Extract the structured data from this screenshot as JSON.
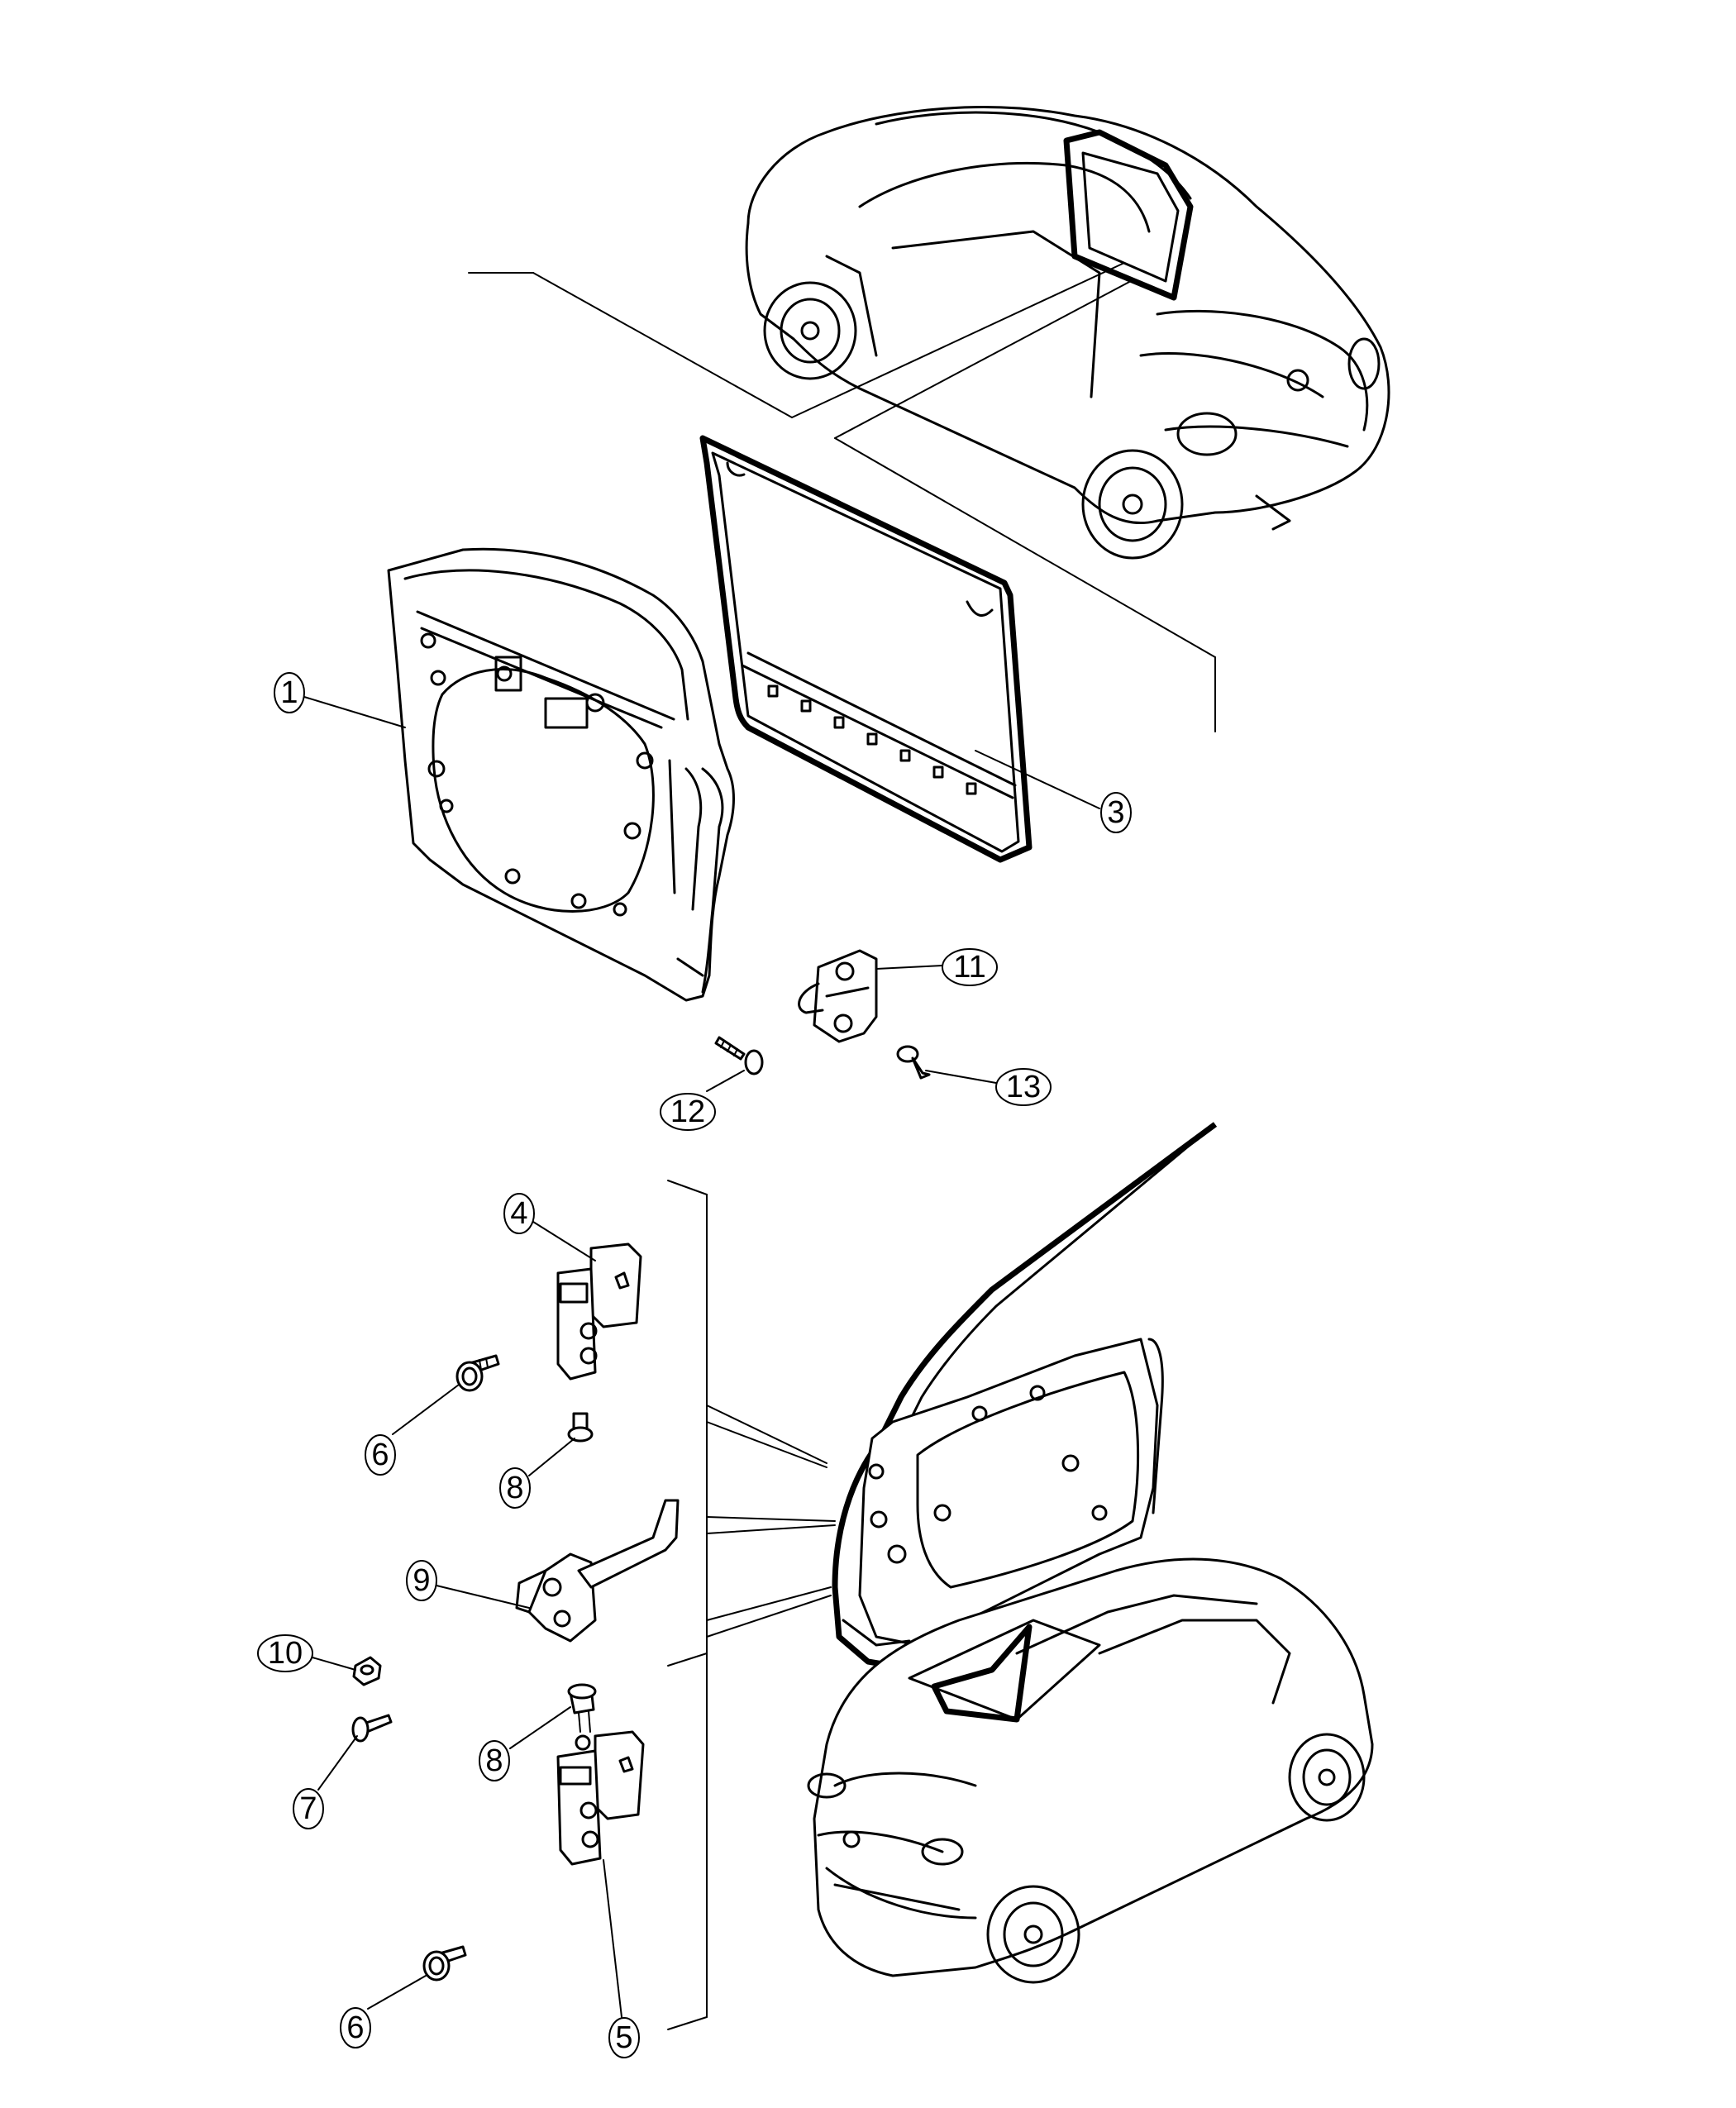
{
  "callouts": [
    {
      "id": "1",
      "label": "1"
    },
    {
      "id": "3",
      "label": "3"
    },
    {
      "id": "4",
      "label": "4"
    },
    {
      "id": "5",
      "label": "5"
    },
    {
      "id": "6a",
      "label": "6"
    },
    {
      "id": "6b",
      "label": "6"
    },
    {
      "id": "7",
      "label": "7"
    },
    {
      "id": "8a",
      "label": "8"
    },
    {
      "id": "8b",
      "label": "8"
    },
    {
      "id": "9",
      "label": "9"
    },
    {
      "id": "10",
      "label": "10"
    },
    {
      "id": "11",
      "label": "11"
    },
    {
      "id": "12",
      "label": "12"
    },
    {
      "id": "13",
      "label": "13"
    }
  ]
}
